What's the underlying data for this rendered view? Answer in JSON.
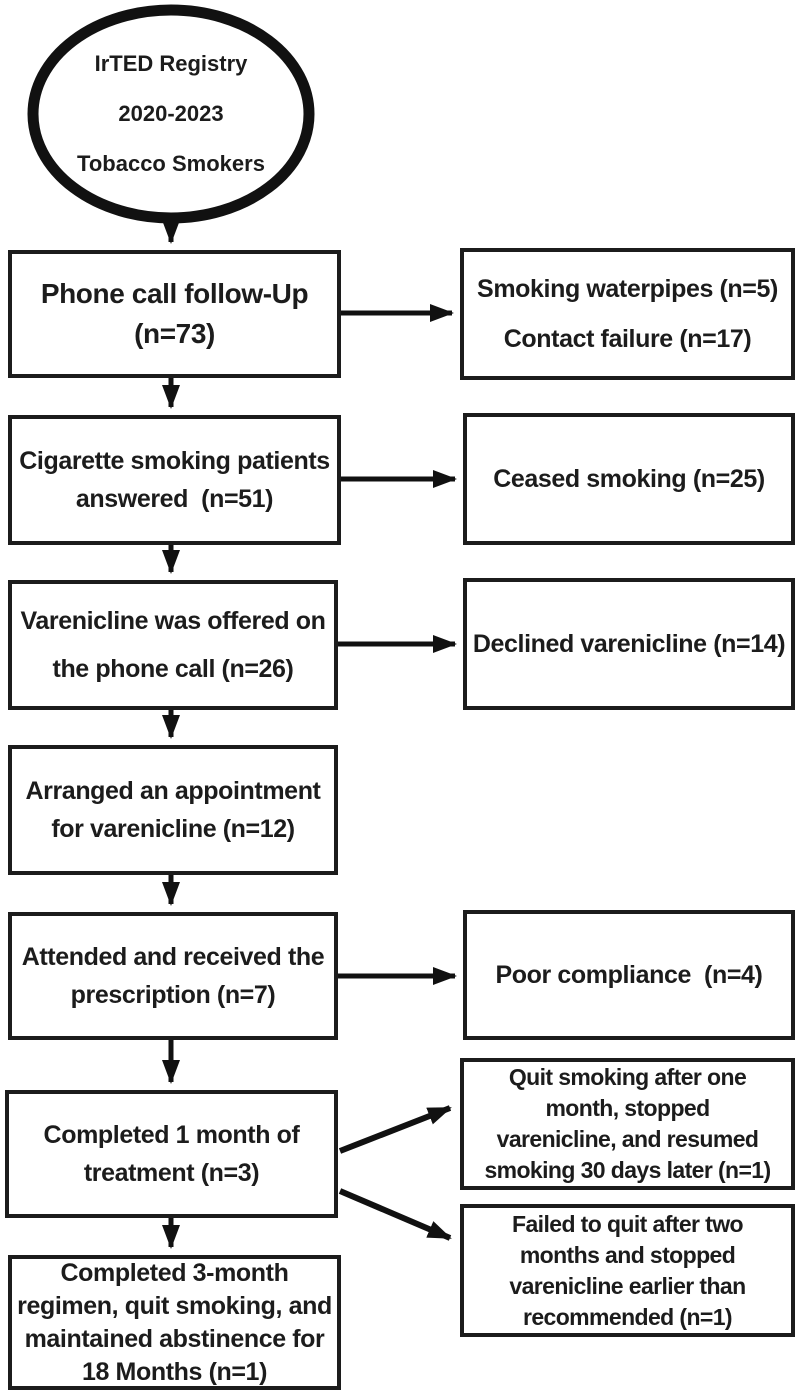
{
  "diagram": {
    "type": "flowchart",
    "topic": "Smoking cessation / varenicline follow-up flow diagram",
    "colors": {
      "background": "#ffffff",
      "box_border": "#1c1c1c",
      "text": "#1c1c1c",
      "arrow": "#111111"
    },
    "start_ellipse": {
      "lines": [
        "IrTED Registry",
        "2020-2023",
        "Tobacco Smokers"
      ]
    },
    "main_boxes": [
      {
        "id": "phone-call-follow-up",
        "lines": [
          "Phone call follow-Up",
          "(n=73)"
        ]
      },
      {
        "id": "cigarette-smokers-answered",
        "lines": [
          "Cigarette smoking patients",
          "answered  (n=51)"
        ]
      },
      {
        "id": "varenicline-offered",
        "lines": [
          "Varenicline was offered on",
          "the phone call (n=26)"
        ]
      },
      {
        "id": "arranged-appointment",
        "lines": [
          "Arranged an appointment",
          "for varenicline (n=12)"
        ]
      },
      {
        "id": "attended-received",
        "lines": [
          "Attended and received the",
          "prescription (n=7)"
        ]
      },
      {
        "id": "completed-1-month",
        "lines": [
          "Completed 1 month of",
          "treatment (n=3)"
        ]
      },
      {
        "id": "completed-3-month",
        "lines": [
          "Completed 3-month",
          "regimen, quit smoking, and",
          "maintained abstinence for",
          "18 Months (n=1)"
        ]
      }
    ],
    "side_boxes": [
      {
        "id": "waterpipes-contact-failure",
        "lines": [
          "Smoking waterpipes (n=5)",
          "Contact failure (n=17)"
        ]
      },
      {
        "id": "ceased-smoking",
        "lines": [
          "Ceased smoking (n=25)"
        ]
      },
      {
        "id": "declined-varenicline",
        "lines": [
          "Declined varenicline (n=14)"
        ]
      },
      {
        "id": "poor-compliance",
        "lines": [
          "Poor compliance  (n=4)"
        ]
      },
      {
        "id": "quit-then-resumed",
        "lines": [
          "Quit smoking after one",
          "month, stopped",
          "varenicline, and resumed",
          "smoking 30 days later (n=1)"
        ]
      },
      {
        "id": "failed-to-quit",
        "lines": [
          "Failed to quit after two",
          "months and stopped",
          "varenicline earlier than",
          "recommended (n=1)"
        ]
      }
    ]
  }
}
